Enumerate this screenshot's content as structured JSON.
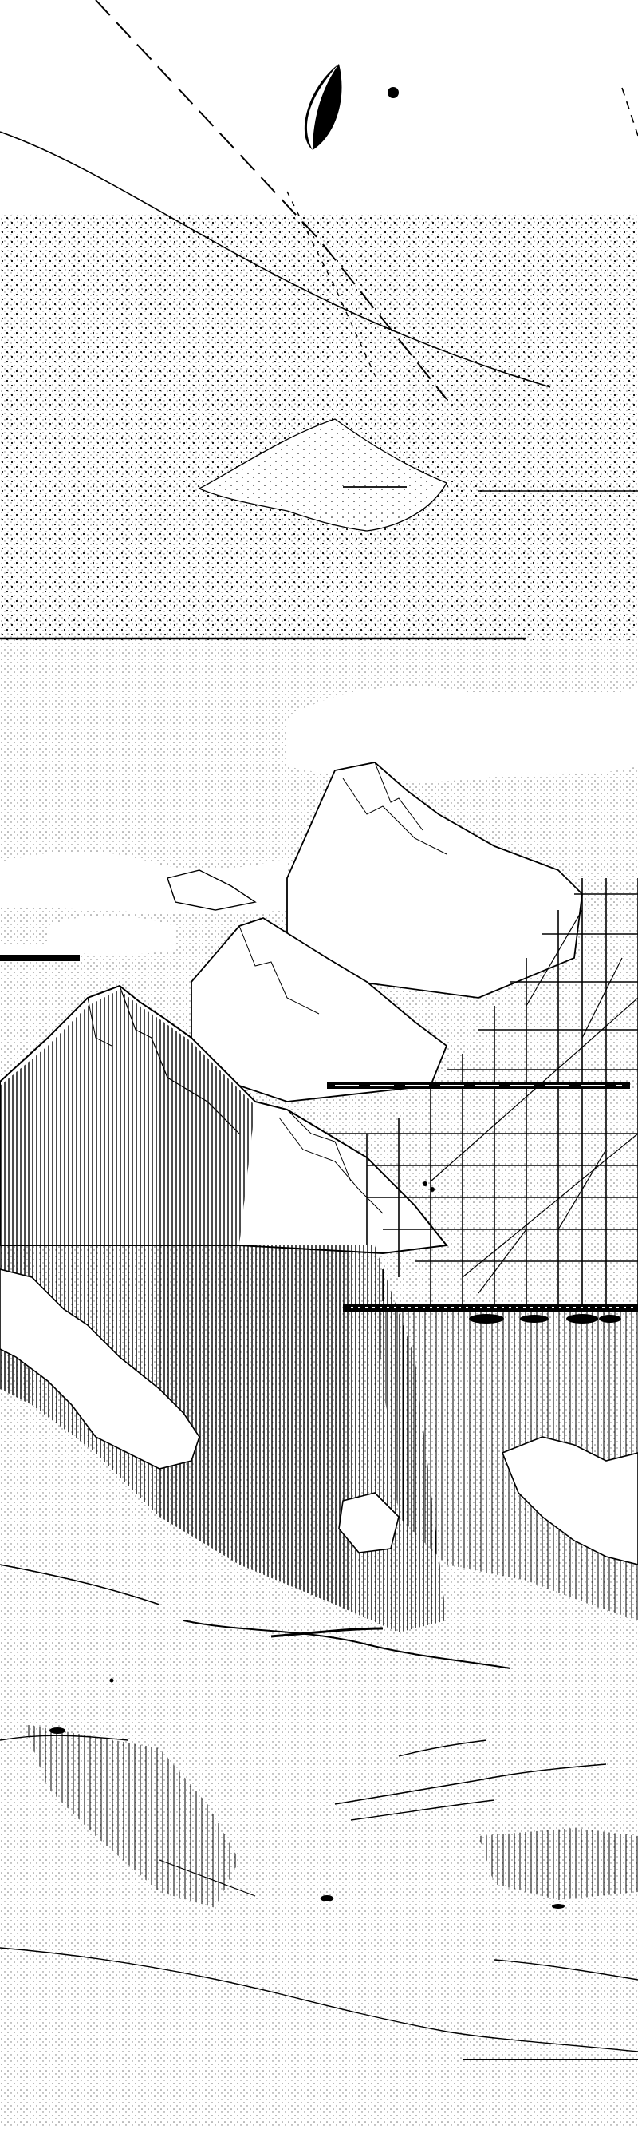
{
  "artwork": {
    "background_color": "#ffffff",
    "ink_color": "#000000",
    "elements": [
      "crescent-moon",
      "star-dot",
      "dashed-trajectory-lines",
      "dotted-sky-band",
      "dotted-cloud-island",
      "mountain-range",
      "vertical-hatching-waterfall",
      "grid-building-structure",
      "horizontal-bridge-platform",
      "dotted-cloud-sea",
      "wavy-contour-lines"
    ]
  }
}
